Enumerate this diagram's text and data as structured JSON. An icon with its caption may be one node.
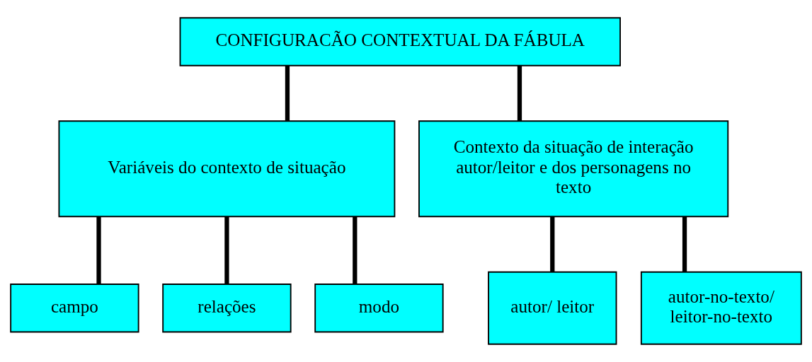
{
  "diagram": {
    "nodes": [
      {
        "text": [
          "CONFIGURACÃO CONTEXTUAL DA FÁBULA"
        ]
      },
      {
        "text": [
          "Variáveis do contexto de situação"
        ]
      },
      {
        "text": [
          "Contexto da situação de interação autor/leitor e dos personagens no texto"
        ]
      },
      {
        "text": [
          "campo"
        ]
      },
      {
        "text": [
          "relações"
        ]
      },
      {
        "text": [
          "modo"
        ]
      },
      {
        "text": [
          "autor/ leitor"
        ]
      },
      {
        "text": [
          "autor-no-texto/ leitor-no-texto"
        ]
      }
    ],
    "edges": [
      {
        "from": 0,
        "to": 1,
        "arrow": "none"
      },
      {
        "from": 0,
        "to": 2,
        "arrow": "none"
      },
      {
        "from": 1,
        "to": 3,
        "arrow": "none"
      },
      {
        "from": 1,
        "to": 4,
        "arrow": "none"
      },
      {
        "from": 1,
        "to": 5,
        "arrow": "none"
      },
      {
        "from": 2,
        "to": 6,
        "arrow": "none"
      },
      {
        "from": 2,
        "to": 7,
        "arrow": "none"
      }
    ]
  }
}
